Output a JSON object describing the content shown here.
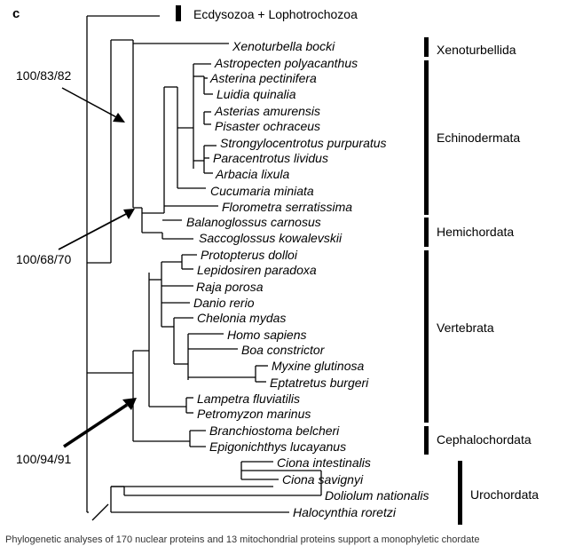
{
  "panel_label": "c",
  "outgroup_label": "Ecdysozoa + Lophotrochozoa",
  "taxa": [
    "Xenoturbella bocki",
    "Astropecten polyacanthus",
    "Asterina pectinifera",
    "Luidia quinalia",
    "Asterias amurensis",
    "Pisaster ochraceus",
    "Strongylocentrotus purpuratus",
    "Paracentrotus lividus",
    "Arbacia lixula",
    "Cucumaria miniata",
    "Florometra serratissima",
    "Balanoglossus carnosus",
    "Saccoglossus kowalevskii",
    "Protopterus dolloi",
    "Lepidosiren paradoxa",
    "Raja porosa",
    "Danio rerio",
    "Chelonia mydas",
    "Homo sapiens",
    "Boa constrictor",
    "Myxine glutinosa",
    "Eptatretus burgeri",
    "Lampetra fluviatilis",
    "Petromyzon marinus",
    "Branchiostoma belcheri",
    "Epigonichthys lucayanus",
    "Ciona intestinalis",
    "Ciona savignyi",
    "Doliolum nationalis",
    "Halocynthia roretzi"
  ],
  "clades": [
    "Xenoturbellida",
    "Echinodermata",
    "Hemichordata",
    "Vertebrata",
    "Cephalochordata",
    "Urochordata"
  ],
  "support_values": [
    "100/83/82",
    "100/68/70",
    "100/94/91"
  ],
  "caption": "Phylogenetic analyses of 170 nuclear proteins and 13 mitochondrial proteins support a monophyletic chordate"
}
